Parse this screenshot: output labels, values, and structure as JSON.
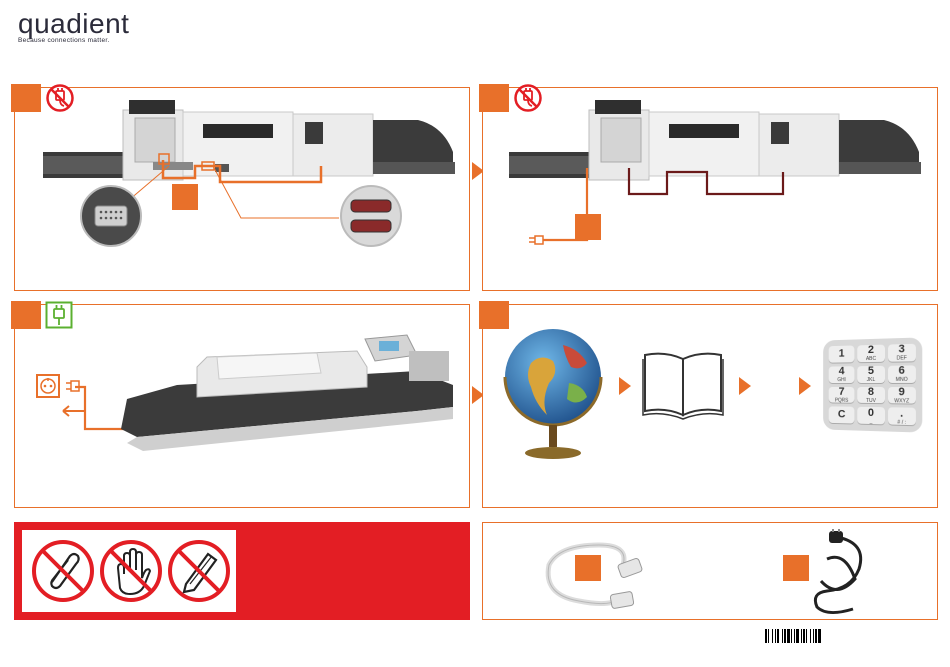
{
  "brand": {
    "name": "quadient",
    "tagline": "Because connections matter."
  },
  "colors": {
    "accent": "#e8702a",
    "warning_red": "#e31e24",
    "power_green": "#5bb030",
    "dark": "#2b2b3a"
  },
  "keypad": {
    "keys": [
      {
        "digit": "1",
        "letters": ""
      },
      {
        "digit": "2",
        "letters": "ABC"
      },
      {
        "digit": "3",
        "letters": "DEF"
      },
      {
        "digit": "4",
        "letters": "GHI"
      },
      {
        "digit": "5",
        "letters": "JKL"
      },
      {
        "digit": "6",
        "letters": "MNO"
      },
      {
        "digit": "7",
        "letters": "PQRS"
      },
      {
        "digit": "8",
        "letters": "TUV"
      },
      {
        "digit": "9",
        "letters": "WXYZ"
      },
      {
        "digit": "C",
        "letters": ""
      },
      {
        "digit": "0",
        "letters": "_"
      },
      {
        "digit": ".",
        "letters": "# / :"
      }
    ]
  },
  "icons": {
    "unplug": "unplug-icon",
    "plug": "plug-icon",
    "no_paperclip": "no-paperclip-icon",
    "no_hand": "no-hand-icon",
    "no_pen": "no-pen-icon",
    "globe": "globe-icon",
    "book": "book-icon",
    "keypad": "keypad-icon",
    "serial_cable": "serial-cable-icon",
    "power_cord": "power-cord-icon"
  }
}
